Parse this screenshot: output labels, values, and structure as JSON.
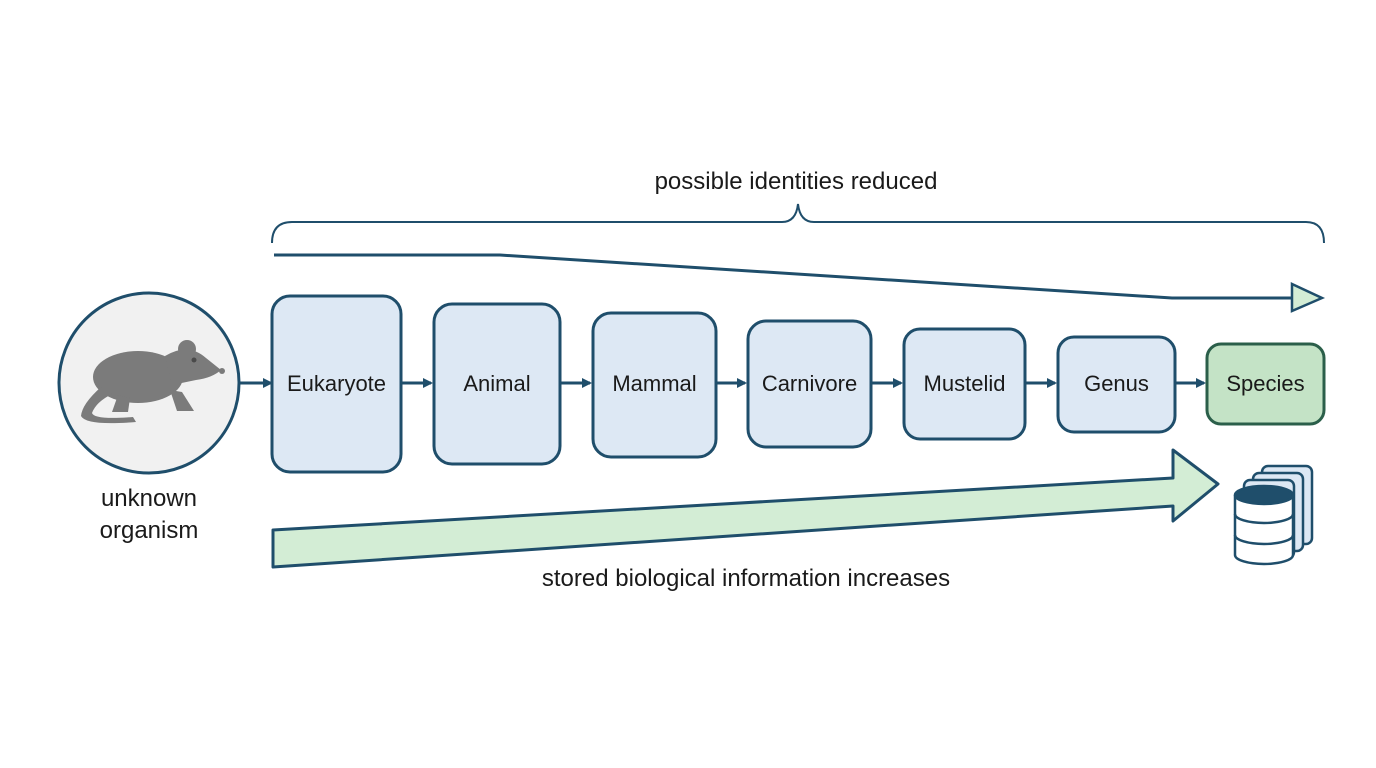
{
  "top_label": "possible identities reduced",
  "bottom_label": "stored biological information increases",
  "organism": {
    "line1": "unknown",
    "line2": "organism",
    "icon": "rat-icon"
  },
  "stages": [
    {
      "label": "Eukaryote"
    },
    {
      "label": "Animal"
    },
    {
      "label": "Mammal"
    },
    {
      "label": "Carnivore"
    },
    {
      "label": "Mustelid"
    },
    {
      "label": "Genus"
    },
    {
      "label": "Species"
    }
  ],
  "database_icon": "database-stack-icon",
  "colors": {
    "stroke": "#1f4e6b",
    "node_fill": "#dde8f4",
    "species_fill": "#c4e3c6",
    "species_stroke": "#2b5f4a",
    "info_arrow_fill": "#d3edd5",
    "info_arrow_stroke": "#1f4e6b",
    "organism_fill": "#f1f1f1",
    "organism_icon": "#7b7b7b"
  }
}
